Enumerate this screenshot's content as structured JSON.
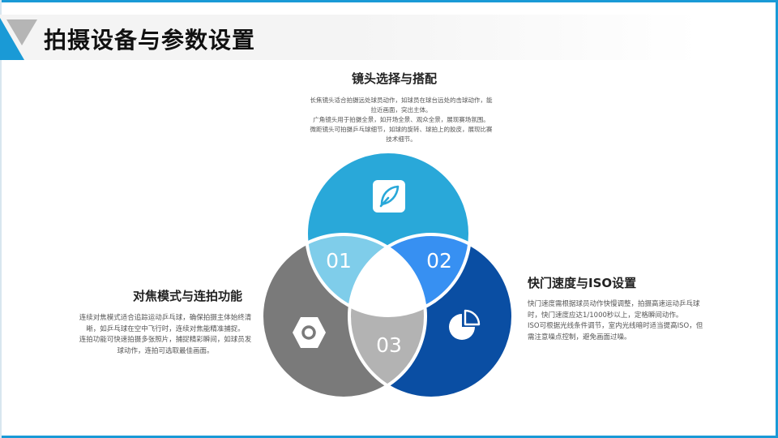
{
  "page": {
    "title": "拍摄设备与参数设置"
  },
  "venn": {
    "circles": [
      {
        "label": "镜头选择与搭配",
        "color": "#29a8d9",
        "icon": "feather-pen-icon"
      },
      {
        "label": "快门速度与ISO设置",
        "color": "#0a4ea3",
        "icon": "pie-chart-icon"
      },
      {
        "label": "对焦模式与连拍功能",
        "color": "#7a7a7a",
        "icon": "hex-nut-icon"
      }
    ],
    "overlaps": {
      "lens_focus": {
        "num": "01",
        "color": "#7fcdea"
      },
      "lens_shutter": {
        "num": "02",
        "color": "#3790f2"
      },
      "shutter_focus": {
        "num": "03",
        "color": "#b3b3b3"
      },
      "center_color": "#ffffff"
    }
  },
  "sections": {
    "lens": {
      "title": "镜头选择与搭配",
      "paragraphs": [
        "长焦镜头适合拍摄远处球员动作，如球员在球台远处的击球动作，能拉近画面，突出主体。",
        "广角镜头用于拍摄全景，如开场全景、观众全景，展现赛场氛围。",
        "微距镜头可拍摄乒乓球细节，如球的旋转、球拍上的胶皮，展现比赛技术细节。"
      ]
    },
    "focus": {
      "title": "对焦模式与连拍功能",
      "paragraphs": [
        "连续对焦模式适合追踪运动乒乓球，确保拍摄主体始终清晰，如乒乓球在空中飞行时，连续对焦能精准捕捉。",
        "连拍功能可快速拍摄多张照片，捕捉精彩瞬间，如球员发球动作，连拍可选取最佳画面。"
      ]
    },
    "shutter": {
      "title": "快门速度与ISO设置",
      "paragraphs": [
        "快门速度需根据球员动作快慢调整，拍摄高速运动乒乓球时，快门速度应达1/1000秒以上，定格瞬间动作。",
        "ISO可根据光线条件调节，室内光线暗时适当提高ISO，但需注意噪点控制，避免画面过噪。"
      ]
    }
  }
}
